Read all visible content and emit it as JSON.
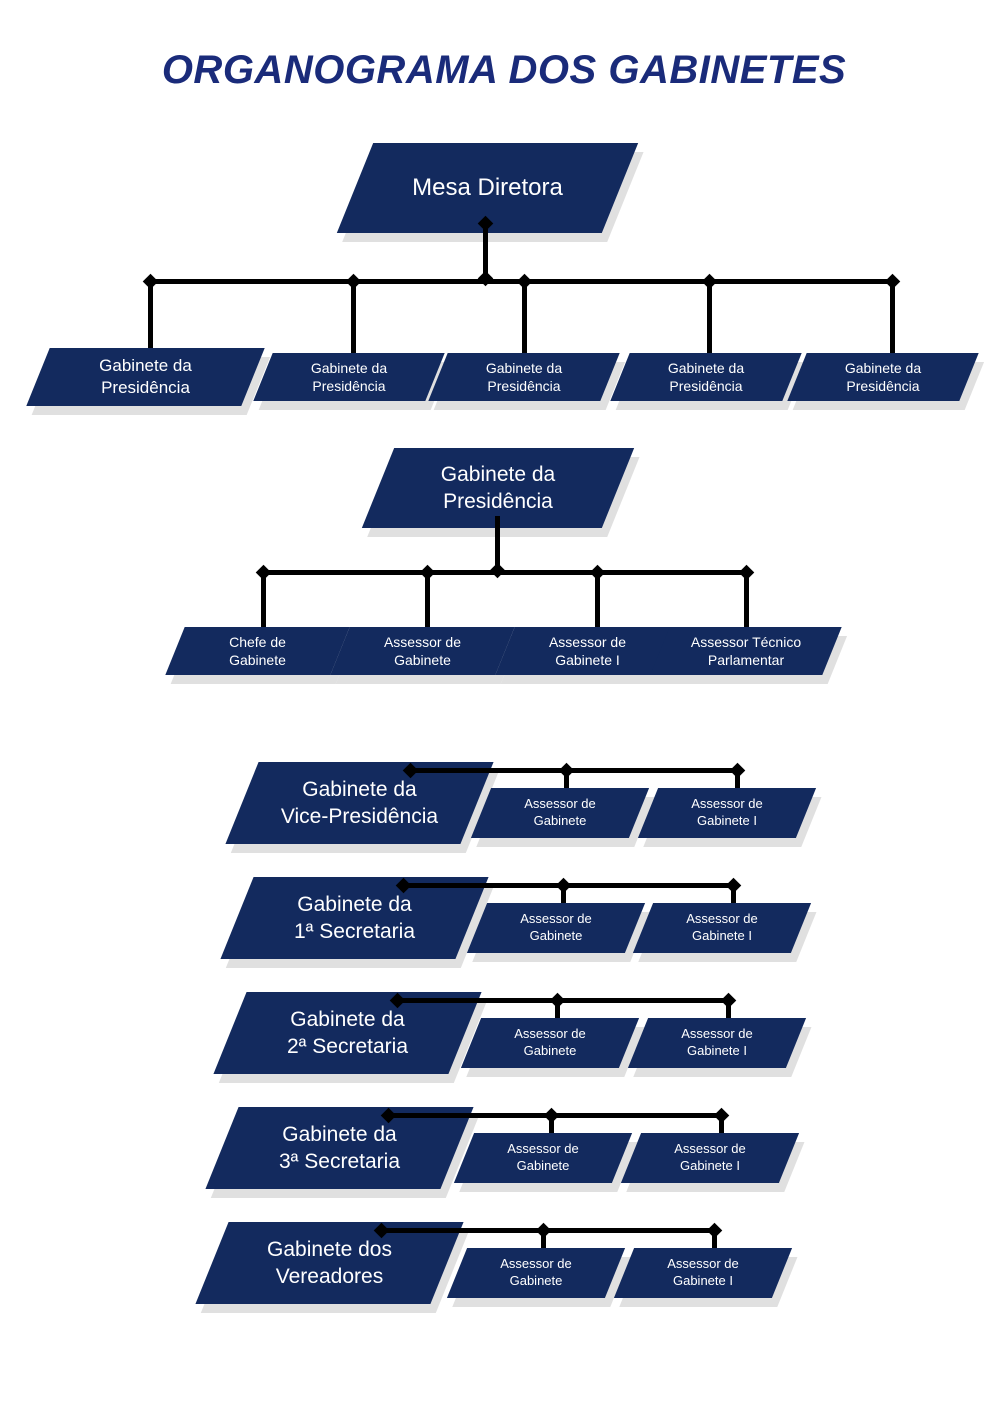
{
  "title": "ORGANOGRAMA DOS GABINETES",
  "colors": {
    "title": "#1a2b7a",
    "node_fill": "#132a5e",
    "node_shadow": "#e0e0e0",
    "connector": "#000000",
    "label_text": "#ffffff",
    "background": "#ffffff"
  },
  "chart_data": {
    "type": "diagram",
    "diagram_kind": "organizational-chart",
    "title": "ORGANOGRAMA DOS GABINETES",
    "sections": [
      {
        "id": "mesa-diretora",
        "root": "Mesa Diretora",
        "children": [
          "Gabinete da Presidência",
          "Gabinete da Presidência",
          "Gabinete da Presidência",
          "Gabinete da Presidência",
          "Gabinete da Presidência"
        ]
      },
      {
        "id": "gabinete-presidencia",
        "root": "Gabinete da Presidência",
        "children": [
          "Chefe de Gabinete",
          "Assessor de Gabinete",
          "Assessor de Gabinete I",
          "Assessor Técnico Parlamentar"
        ]
      },
      {
        "id": "vice-presidencia",
        "root": "Gabinete da Vice-Presidência",
        "children": [
          "Assessor de Gabinete",
          "Assessor de Gabinete I"
        ]
      },
      {
        "id": "primeira-secretaria",
        "root": "Gabinete da 1ª Secretaria",
        "children": [
          "Assessor de Gabinete",
          "Assessor de Gabinete I"
        ]
      },
      {
        "id": "segunda-secretaria",
        "root": "Gabinete da 2ª Secretaria",
        "children": [
          "Assessor de Gabinete",
          "Assessor de Gabinete I"
        ]
      },
      {
        "id": "terceira-secretaria",
        "root": "Gabinete da 3ª Secretaria",
        "children": [
          "Assessor de Gabinete",
          "Assessor de Gabinete I"
        ]
      },
      {
        "id": "vereadores",
        "root": "Gabinete dos Vereadores",
        "children": [
          "Assessor de Gabinete",
          "Assessor de Gabinete I"
        ]
      }
    ]
  },
  "nodes": {
    "mesa_diretora": "Mesa Diretora",
    "row2": [
      "Gabinete da\nPresidência",
      "Gabinete da\nPresidência",
      "Gabinete da\nPresidência",
      "Gabinete da\nPresidência",
      "Gabinete da\nPresidência"
    ],
    "presidencia_root": "Gabinete da\nPresidência",
    "presidencia_children": [
      "Chefe de\nGabinete",
      "Assessor de\nGabinete",
      "Assessor de\nGabinete I",
      "Assessor Técnico\nParlamentar"
    ],
    "branches": [
      {
        "root": "Gabinete da\nVice-Presidência",
        "child_a": "Assessor de\nGabinete",
        "child_b": "Assessor de\nGabinete I"
      },
      {
        "root": "Gabinete da\n1ª Secretaria",
        "child_a": "Assessor de\nGabinete",
        "child_b": "Assessor de\nGabinete I"
      },
      {
        "root": "Gabinete da\n2ª Secretaria",
        "child_a": "Assessor de\nGabinete",
        "child_b": "Assessor de\nGabinete I"
      },
      {
        "root": "Gabinete da\n3ª Secretaria",
        "child_a": "Assessor de\nGabinete",
        "child_b": "Assessor de\nGabinete I"
      },
      {
        "root": "Gabinete dos\nVereadores",
        "child_a": "Assessor de\nGabinete",
        "child_b": "Assessor de\nGabinete I"
      }
    ]
  }
}
